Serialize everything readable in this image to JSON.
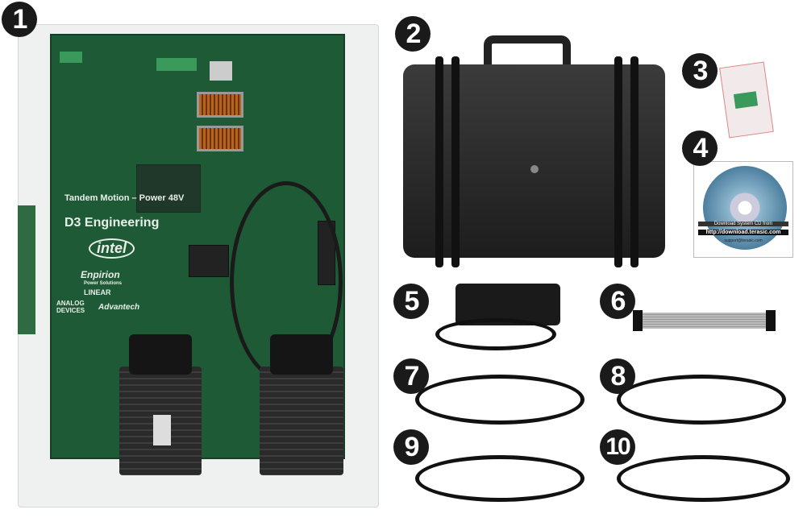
{
  "callouts": [
    "1",
    "2",
    "3",
    "4",
    "5",
    "6",
    "7",
    "8",
    "9",
    "10"
  ],
  "board": {
    "title": "Tandem Motion – Power 48V",
    "logos": [
      "D3 Engineering",
      "intel",
      "Enpirion",
      "Power Solutions",
      "LINEAR",
      "ANALOG DEVICES",
      "Advantech"
    ]
  },
  "cd": {
    "banner": "Download System CD from",
    "url": "http://download.terasic.com",
    "support": "support@terasic.com"
  },
  "colors": {
    "pcb": "#1f5a36",
    "badge": "#1a1a1a"
  }
}
